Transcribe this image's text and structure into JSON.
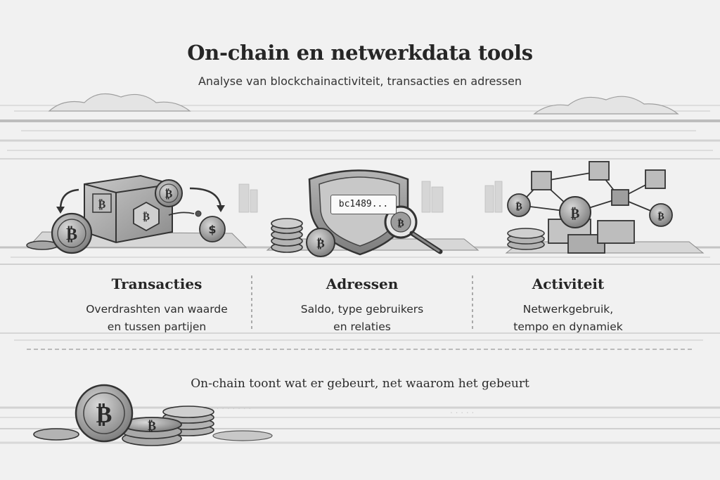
{
  "header": {
    "title": "On-chain en netwerkdata tools",
    "subtitle": "Analyse van blockchainactiviteit, transacties en adressen"
  },
  "columns": [
    {
      "title": "Transacties",
      "desc_line1": "Overdrashten van waarde",
      "desc_line2": "en tussen partijen"
    },
    {
      "title": "Adressen",
      "desc_line1": "Saldo, type gebruikers",
      "desc_line2": "en relaties"
    },
    {
      "title": "Activiteit",
      "desc_line1": "Netwerkgebruik,",
      "desc_line2": "tempo en dynamiek"
    }
  ],
  "address_label": "bc1489...",
  "tagline": "On-chain toont wat er gebeurt, net waarom het gebeurt",
  "colors": {
    "ink": "#2a2a2a",
    "paper": "#f1f1f1",
    "coin": "#9a9a9a"
  }
}
